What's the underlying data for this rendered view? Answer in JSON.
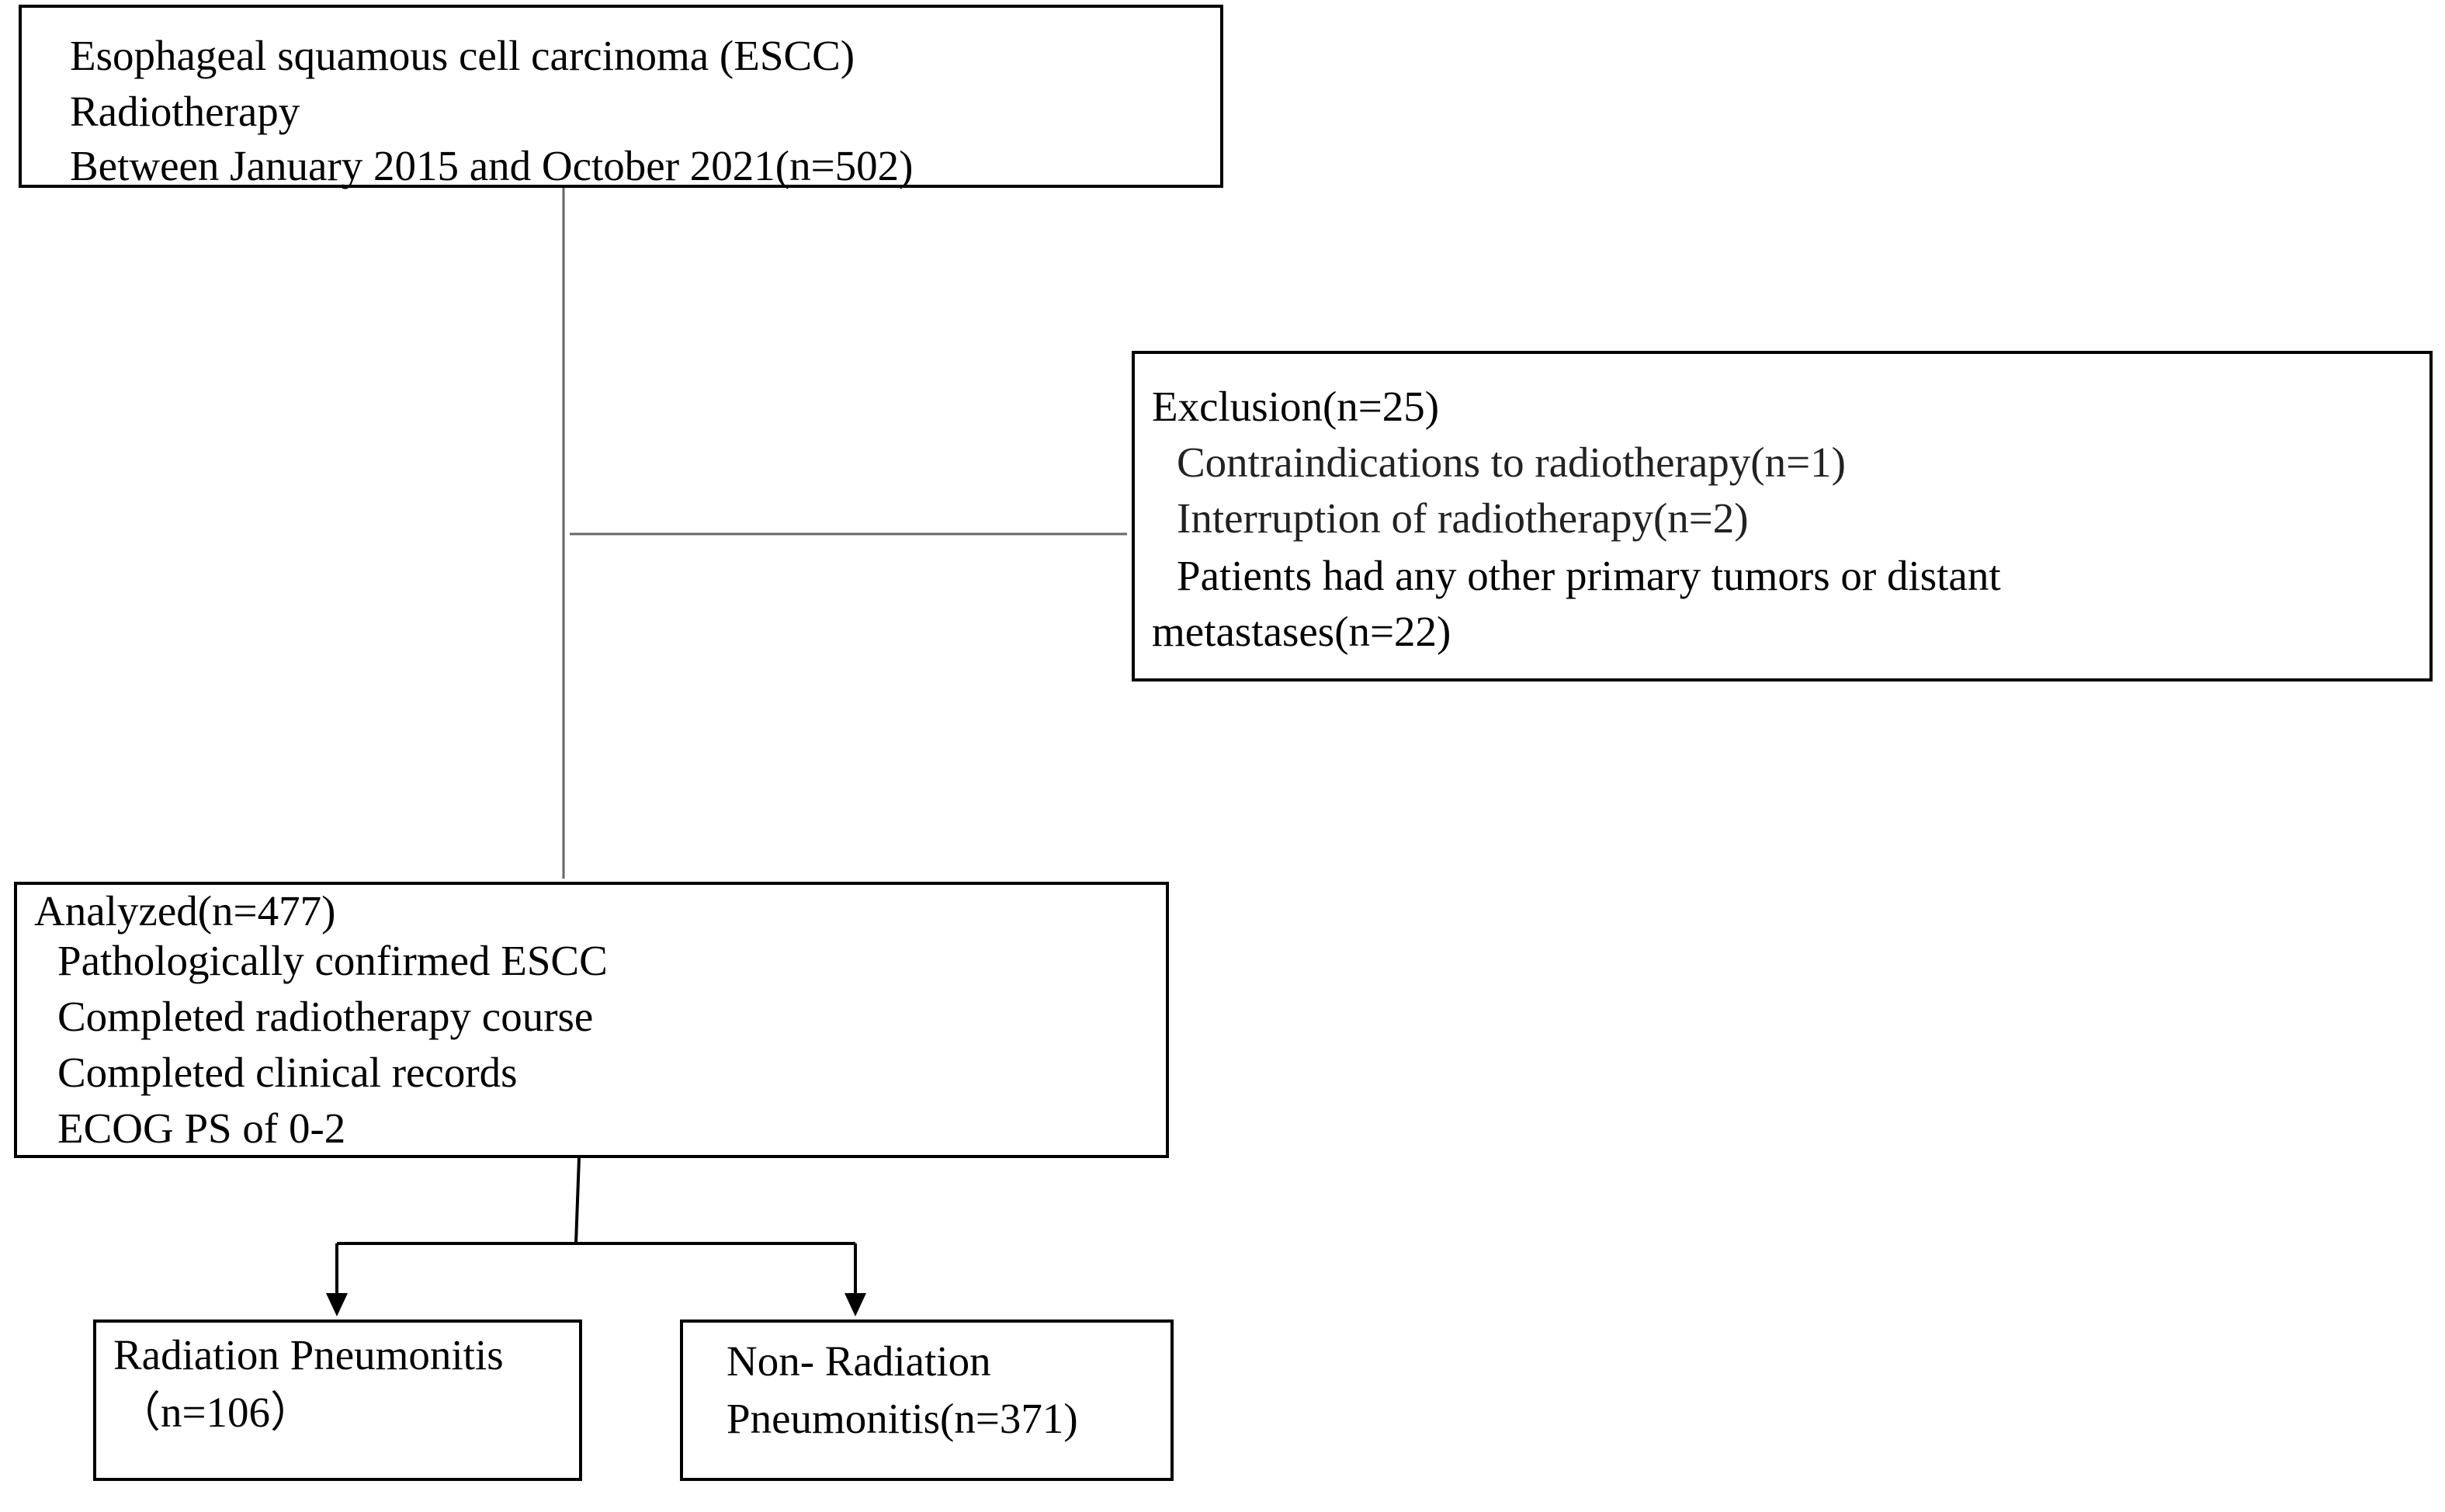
{
  "cohort_box": {
    "lines": [
      "Esophageal squamous cell carcinoma (ESCC)",
      "Radiotherapy",
      "Between January 2015 and October 2021(n=502)"
    ]
  },
  "exclusion_box": {
    "lines": [
      "Exclusion(n=25)",
      "Contraindications to radiotherapy(n=1)",
      "Interruption of radiotherapy(n=2)",
      "Patients had any other primary tumors or distant",
      "metastases(n=22)"
    ]
  },
  "analyzed_box": {
    "lines": [
      "Analyzed(n=477)",
      "Pathologically confirmed ESCC",
      "Completed radiotherapy course",
      "Completed clinical records",
      "ECOG PS of 0-2"
    ]
  },
  "rp_box": {
    "lines": [
      "Radiation Pneumonitis",
      "（n=106）"
    ]
  },
  "non_rp_box": {
    "lines": [
      "Non- Radiation",
      "Pneumonitis(n=371)"
    ]
  },
  "colors": {
    "border": "#000000",
    "connector": "#666666",
    "text": "#000000"
  }
}
